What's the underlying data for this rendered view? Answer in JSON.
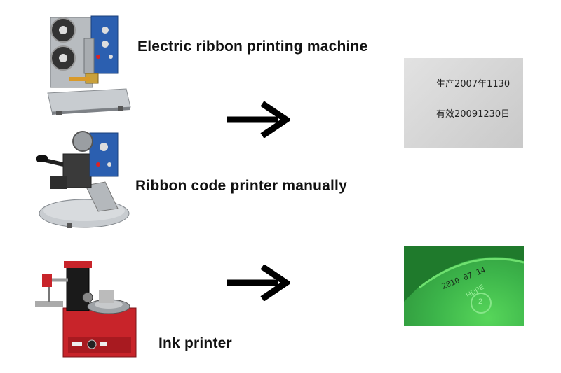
{
  "rows": [
    {
      "label": "Electric ribbon printing machine"
    },
    {
      "label": "Ribbon code printer manually"
    },
    {
      "label": "Ink printer"
    }
  ],
  "samples": {
    "ribbon": {
      "line1": "生产2007年1130",
      "line2": "有效20091230日"
    },
    "ink": {
      "date": "2010 07 14",
      "material": "HDPE",
      "recycle_code": "2"
    }
  },
  "colors": {
    "machine_silver": "#c8ccd0",
    "panel_blue": "#2b5fb0",
    "machine_red": "#c8242a",
    "cap_green": "#3cb44a",
    "paper_gray": "#d8d8d8",
    "arrow": "#000000"
  }
}
